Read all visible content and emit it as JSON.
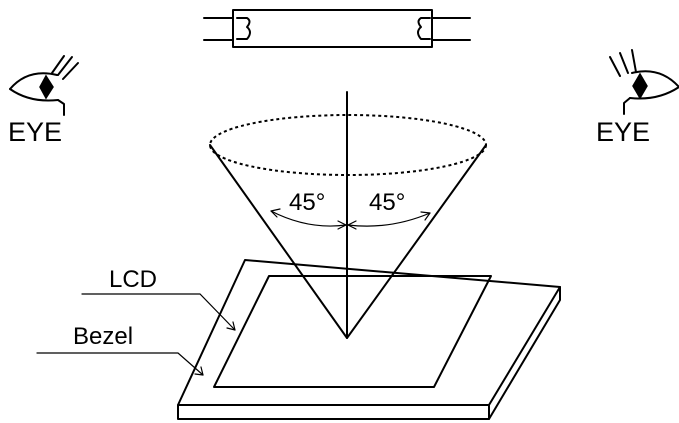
{
  "labels": {
    "eye_left": "EYE",
    "eye_right": "EYE",
    "angle_left": "45°",
    "angle_right": "45°",
    "lcd": "LCD",
    "bezel": "Bezel"
  },
  "colors": {
    "ink": "#000000",
    "background": "#ffffff"
  },
  "icons": {
    "viewer_left": "eye-icon",
    "viewer_right": "eye-icon",
    "light_source": "fluorescent-lamp-icon"
  }
}
